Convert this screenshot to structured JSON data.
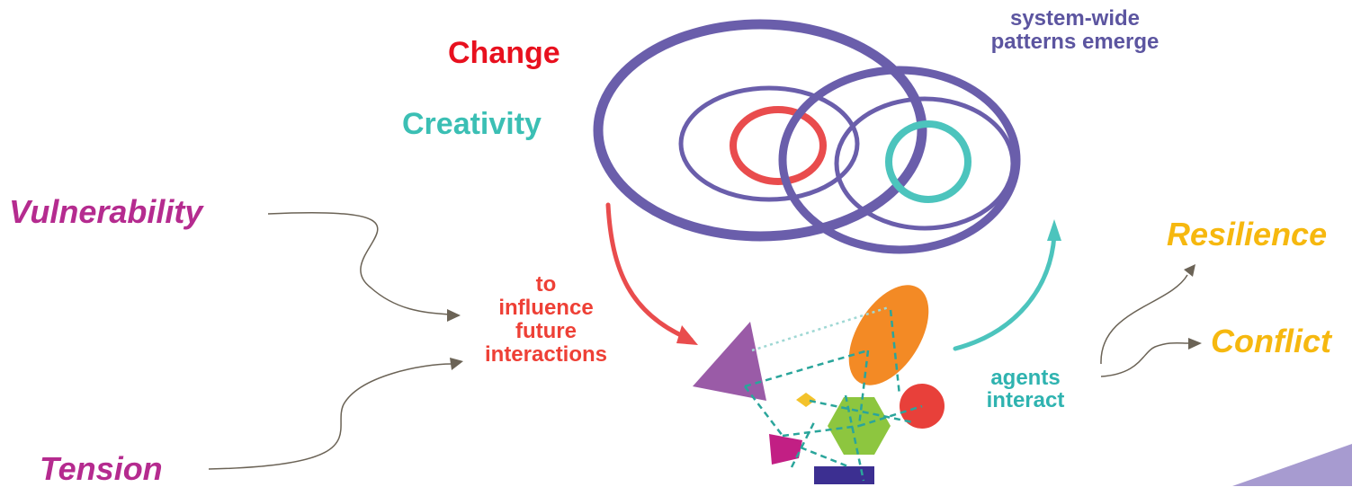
{
  "labels": {
    "change": "Change",
    "creativity": "Creativity",
    "system_wide_line1": "system-wide",
    "system_wide_line2": "patterns emerge",
    "to_influence_line1": "to",
    "to_influence_line2": "influence",
    "to_influence_line3": "future",
    "to_influence_line4": "interactions",
    "agents_interact_line1": "agents",
    "agents_interact_line2": "interact",
    "vulnerability": "Vulnerability",
    "tension": "Tension",
    "resilience": "Resilience",
    "conflict": "Conflict"
  },
  "colors": {
    "change": "#e8101e",
    "creativity": "#3bbfb4",
    "system_text": "#5c55a0",
    "influence_text": "#ee4036",
    "agents_text": "#2fb3b0",
    "italic_magenta": "#b52b8f",
    "italic_yellow": "#f6b80f",
    "ring_purple": "#6a5eab",
    "ring_red": "#e94c4d",
    "ring_teal": "#4cc4bd",
    "arrow_gray": "#6b6356",
    "shape_orange": "#f38a25",
    "shape_purple": "#9a5ba7",
    "shape_green": "#8dc63f",
    "shape_red": "#e8403a",
    "shape_magenta": "#c21f84",
    "shape_navy": "#3c2f91",
    "shape_yellow": "#f3c22b",
    "dash_teal": "#2aa59b",
    "corner_lavender": "#a79bd0"
  }
}
